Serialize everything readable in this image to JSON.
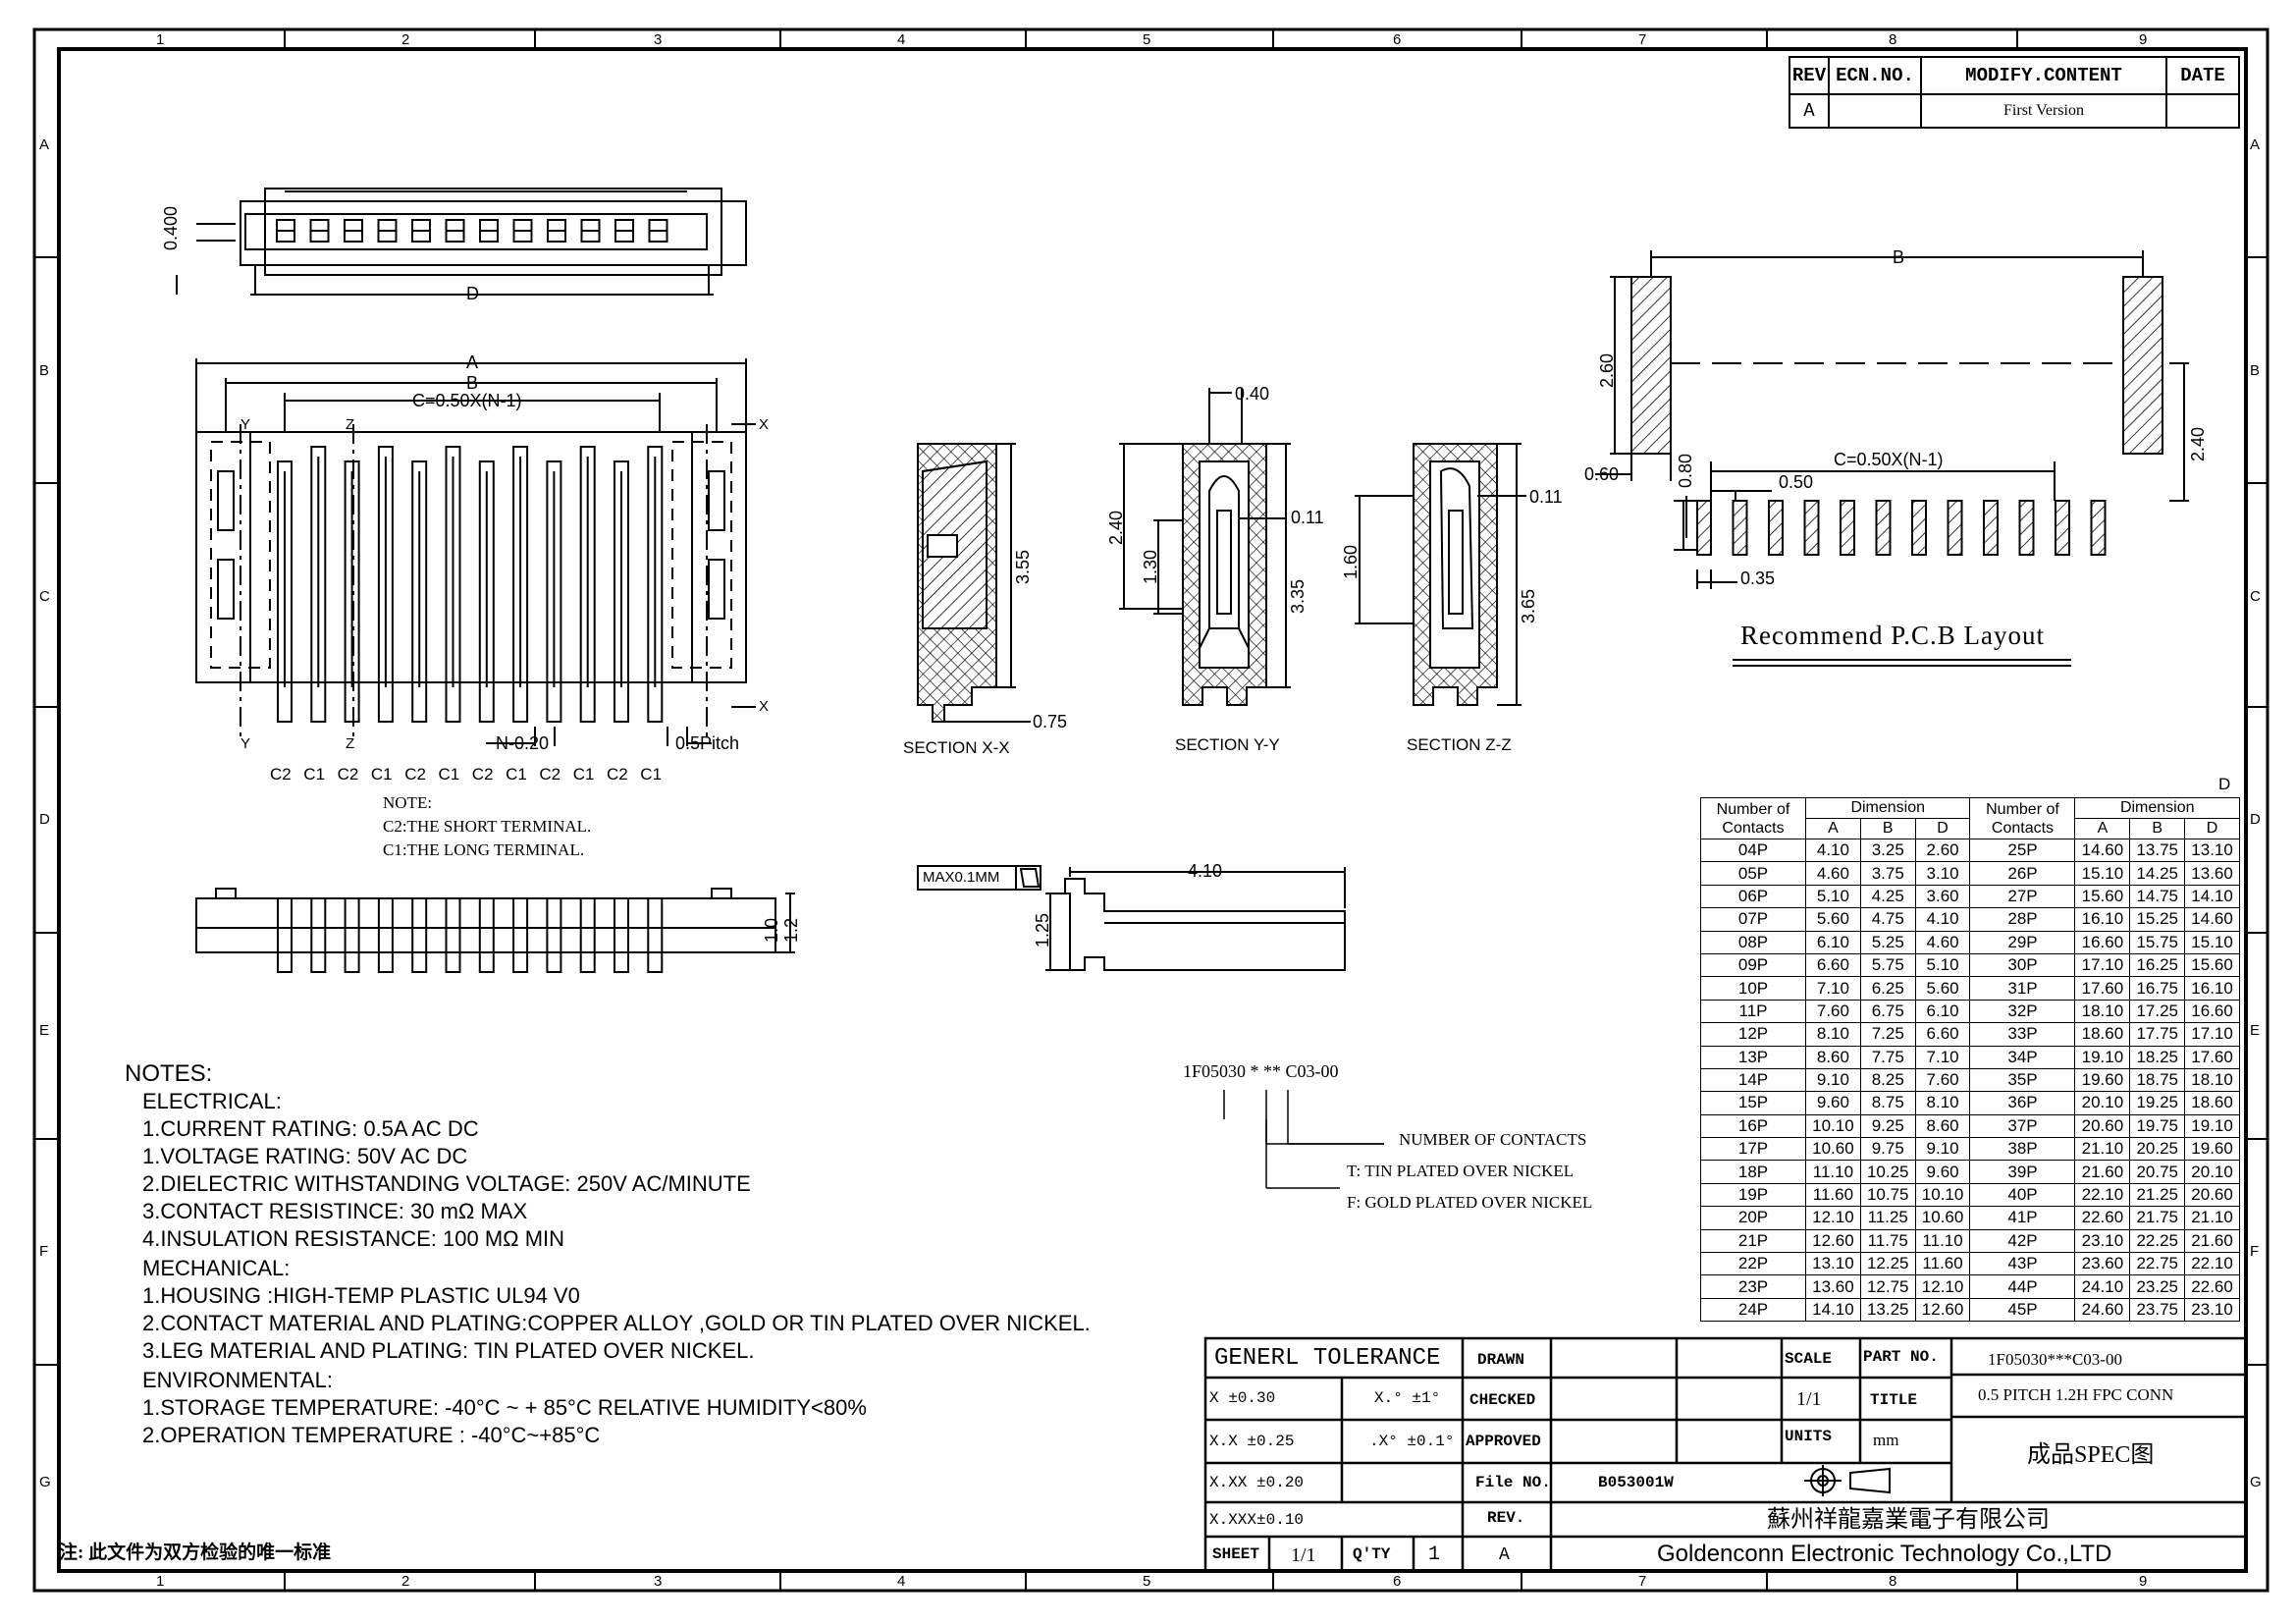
{
  "frame": {
    "col_numbers": [
      "1",
      "2",
      "3",
      "4",
      "5",
      "6",
      "7",
      "8",
      "9"
    ],
    "row_letters": [
      "A",
      "B",
      "C",
      "D",
      "E",
      "F",
      "G"
    ]
  },
  "revision": {
    "headers": [
      "REV",
      "ECN.NO.",
      "MODIFY.CONTENT",
      "DATE"
    ],
    "rows": [
      {
        "rev": "A",
        "ecn": "",
        "content": "First Version",
        "date": ""
      }
    ]
  },
  "drawing_labels": {
    "top_view": {
      "dim_vertical": "0.400",
      "dim_d": "D"
    },
    "front_view": {
      "dim_a": "A",
      "dim_b": "B",
      "dim_c": "C=0.50X(N-1)",
      "mark_y": "Y",
      "mark_z": "Z",
      "mark_x": "X",
      "dim_n": "N-0.20",
      "pitch": "0.5Pitch",
      "terminal_labels": [
        "C2",
        "C1",
        "C2",
        "C1",
        "C2",
        "C1",
        "C2",
        "C1",
        "C2",
        "C1",
        "C2",
        "C1"
      ]
    },
    "terminal_note": {
      "line1": "NOTE:",
      "line2": "C2:THE SHORT TERMINAL.",
      "line3": "C1:THE LONG TERMINAL."
    },
    "side_view": {
      "dim1": "1.0",
      "dim2": "1.2"
    },
    "section_x": {
      "title": "SECTION X-X",
      "height": "3.55",
      "bottom": "0.75"
    },
    "section_y": {
      "title": "SECTION Y-Y",
      "top": "0.40",
      "d1": "2.40",
      "d2": "1.30",
      "d3": "0.11",
      "height": "3.35"
    },
    "section_z": {
      "title": "SECTION Z-Z",
      "d1": "1.60",
      "d2": "0.11",
      "height": "3.65"
    },
    "flatness": {
      "box": "MAX0.1MM",
      "length": "4.10",
      "height": "1.25"
    },
    "pcb": {
      "dim_b": "B",
      "dim_h": "2.60",
      "dim_h2": "2.40",
      "left": "0.60",
      "pad_h": "0.80",
      "c": "C=0.50X(N-1)",
      "pitch": "0.50",
      "pad_w": "0.35",
      "title": "Recommend P.C.B Layout"
    }
  },
  "part_code": {
    "code": "1F05030 * ** C03-00",
    "legend": [
      "NUMBER OF CONTACTS",
      "T: TIN PLATED OVER NICKEL",
      "F: GOLD PLATED OVER NICKEL"
    ]
  },
  "notes": {
    "title": "NOTES:",
    "electrical_title": "ELECTRICAL:",
    "electrical": [
      "1.CURRENT RATING:   0.5A AC DC",
      "1.VOLTAGE RATING:   50V AC DC",
      "2.DIELECTRIC WITHSTANDING VOLTAGE: 250V AC/MINUTE",
      "3.CONTACT RESISTINCE:   30 mΩ MAX",
      "4.INSULATION RESISTANCE: 100 MΩ MIN"
    ],
    "mechanical_title": "MECHANICAL:",
    "mechanical": [
      "1.HOUSING :HIGH-TEMP PLASTIC UL94 V0",
      "2.CONTACT MATERIAL AND PLATING:COPPER ALLOY ,GOLD OR TIN PLATED OVER NICKEL.",
      "3.LEG MATERIAL AND PLATING: TIN PLATED OVER NICKEL."
    ],
    "environmental_title": "ENVIRONMENTAL:",
    "environmental": [
      "1.STORAGE TEMPERATURE: -40°C ~ + 85°C RELATIVE HUMIDITY<80%",
      "2.OPERATION TEMPERATURE : -40°C~+85°C"
    ]
  },
  "footnote": "注: 此文件为双方检验的唯一标准",
  "dimension_table": {
    "corner_label": "D",
    "header_contacts": "Number of Contacts",
    "header_dimension": "Dimension",
    "sub": [
      "A",
      "B",
      "D"
    ],
    "left": [
      [
        "04P",
        "4.10",
        "3.25",
        "2.60"
      ],
      [
        "05P",
        "4.60",
        "3.75",
        "3.10"
      ],
      [
        "06P",
        "5.10",
        "4.25",
        "3.60"
      ],
      [
        "07P",
        "5.60",
        "4.75",
        "4.10"
      ],
      [
        "08P",
        "6.10",
        "5.25",
        "4.60"
      ],
      [
        "09P",
        "6.60",
        "5.75",
        "5.10"
      ],
      [
        "10P",
        "7.10",
        "6.25",
        "5.60"
      ],
      [
        "11P",
        "7.60",
        "6.75",
        "6.10"
      ],
      [
        "12P",
        "8.10",
        "7.25",
        "6.60"
      ],
      [
        "13P",
        "8.60",
        "7.75",
        "7.10"
      ],
      [
        "14P",
        "9.10",
        "8.25",
        "7.60"
      ],
      [
        "15P",
        "9.60",
        "8.75",
        "8.10"
      ],
      [
        "16P",
        "10.10",
        "9.25",
        "8.60"
      ],
      [
        "17P",
        "10.60",
        "9.75",
        "9.10"
      ],
      [
        "18P",
        "11.10",
        "10.25",
        "9.60"
      ],
      [
        "19P",
        "11.60",
        "10.75",
        "10.10"
      ],
      [
        "20P",
        "12.10",
        "11.25",
        "10.60"
      ],
      [
        "21P",
        "12.60",
        "11.75",
        "11.10"
      ],
      [
        "22P",
        "13.10",
        "12.25",
        "11.60"
      ],
      [
        "23P",
        "13.60",
        "12.75",
        "12.10"
      ],
      [
        "24P",
        "14.10",
        "13.25",
        "12.60"
      ]
    ],
    "right": [
      [
        "25P",
        "14.60",
        "13.75",
        "13.10"
      ],
      [
        "26P",
        "15.10",
        "14.25",
        "13.60"
      ],
      [
        "27P",
        "15.60",
        "14.75",
        "14.10"
      ],
      [
        "28P",
        "16.10",
        "15.25",
        "14.60"
      ],
      [
        "29P",
        "16.60",
        "15.75",
        "15.10"
      ],
      [
        "30P",
        "17.10",
        "16.25",
        "15.60"
      ],
      [
        "31P",
        "17.60",
        "16.75",
        "16.10"
      ],
      [
        "32P",
        "18.10",
        "17.25",
        "16.60"
      ],
      [
        "33P",
        "18.60",
        "17.75",
        "17.10"
      ],
      [
        "34P",
        "19.10",
        "18.25",
        "17.60"
      ],
      [
        "35P",
        "19.60",
        "18.75",
        "18.10"
      ],
      [
        "36P",
        "20.10",
        "19.25",
        "18.60"
      ],
      [
        "37P",
        "20.60",
        "19.75",
        "19.10"
      ],
      [
        "38P",
        "21.10",
        "20.25",
        "19.60"
      ],
      [
        "39P",
        "21.60",
        "20.75",
        "20.10"
      ],
      [
        "40P",
        "22.10",
        "21.25",
        "20.60"
      ],
      [
        "41P",
        "22.60",
        "21.75",
        "21.10"
      ],
      [
        "42P",
        "23.10",
        "22.25",
        "21.60"
      ],
      [
        "43P",
        "23.60",
        "22.75",
        "22.10"
      ],
      [
        "44P",
        "24.10",
        "23.25",
        "22.60"
      ],
      [
        "45P",
        "24.60",
        "23.75",
        "23.10"
      ]
    ]
  },
  "title_block": {
    "tolerance_title": "GENERL TOLERANCE",
    "tol": [
      [
        "X  ±0.30",
        "X.°  ±1°"
      ],
      [
        "X.X  ±0.25",
        ".X°  ±0.1°"
      ],
      [
        "X.XX ±0.20",
        ""
      ],
      [
        "X.XXX±0.10",
        ""
      ]
    ],
    "drawn": "DRAWN",
    "checked": "CHECKED",
    "approved": "APPROVED",
    "file_no": "File NO.",
    "file_no_value": "B053001W",
    "rev": "REV.",
    "rev_value": "A",
    "sheet": "SHEET",
    "sheet_value": "1/1",
    "qty": "Q'TY",
    "qty_value": "1",
    "scale": "SCALE",
    "scale_value": "1/1",
    "title": "TITLE",
    "units": "UNITS",
    "units_value": "mm",
    "part_no": "PART NO.",
    "part_no_value": "1F05030***C03-00",
    "title_value": "0.5 PITCH 1.2H FPC CONN",
    "doc_type": "成品SPEC图",
    "company_cn": "蘇州祥龍嘉業電子有限公司",
    "company_en": "Goldenconn Electronic Technology Co.,LTD"
  }
}
